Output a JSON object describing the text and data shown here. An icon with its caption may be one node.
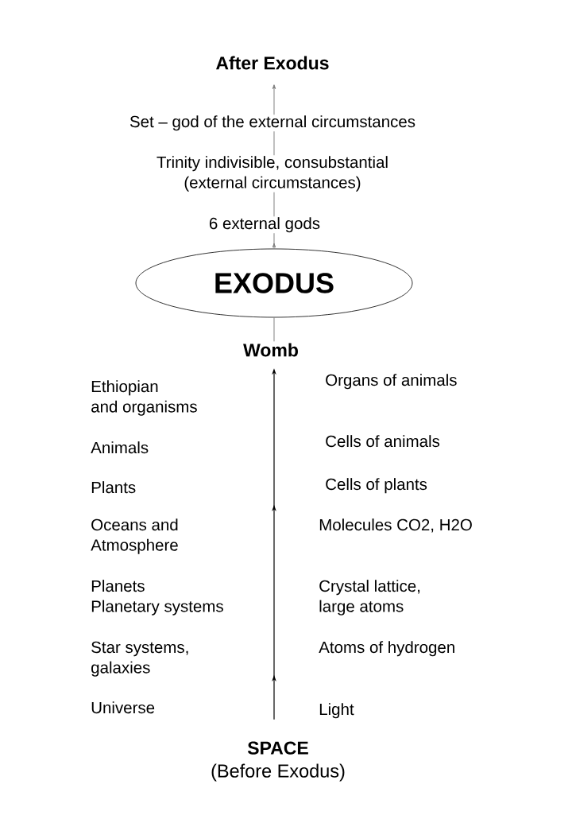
{
  "diagram": {
    "nodes": [
      {
        "text": [
          "After Exodus"
        ]
      },
      {
        "text": [
          "EXODUS"
        ]
      },
      {
        "text": [
          "Womb"
        ]
      },
      {
        "text": [
          "SPACE",
          "(Before Exodus)"
        ]
      }
    ],
    "edges": [
      {
        "from": 3,
        "to": 2,
        "arrow": "to",
        "color": "#000000"
      },
      {
        "from": 2,
        "to": 1,
        "arrow": "none",
        "color": "#808080"
      },
      {
        "from": 1,
        "to": 0,
        "arrow": "to",
        "color": "#808080"
      }
    ],
    "labels": [
      "Set – god of the external circumstances",
      "Trinity indivisible, consubstantial (external circumstances)",
      "6 external gods",
      "Ethiopian and organisms",
      "Organs of animals",
      "Animals",
      "Cells of animals",
      "Plants",
      "Cells of plants",
      "Oceans and Atmosphere",
      "Molecules CO2, H2O",
      "Planets Planetary systems",
      "Crystal lattice, large atoms",
      "Star systems, galaxies",
      "Atoms of hydrogen",
      "Universe",
      "Light"
    ]
  }
}
